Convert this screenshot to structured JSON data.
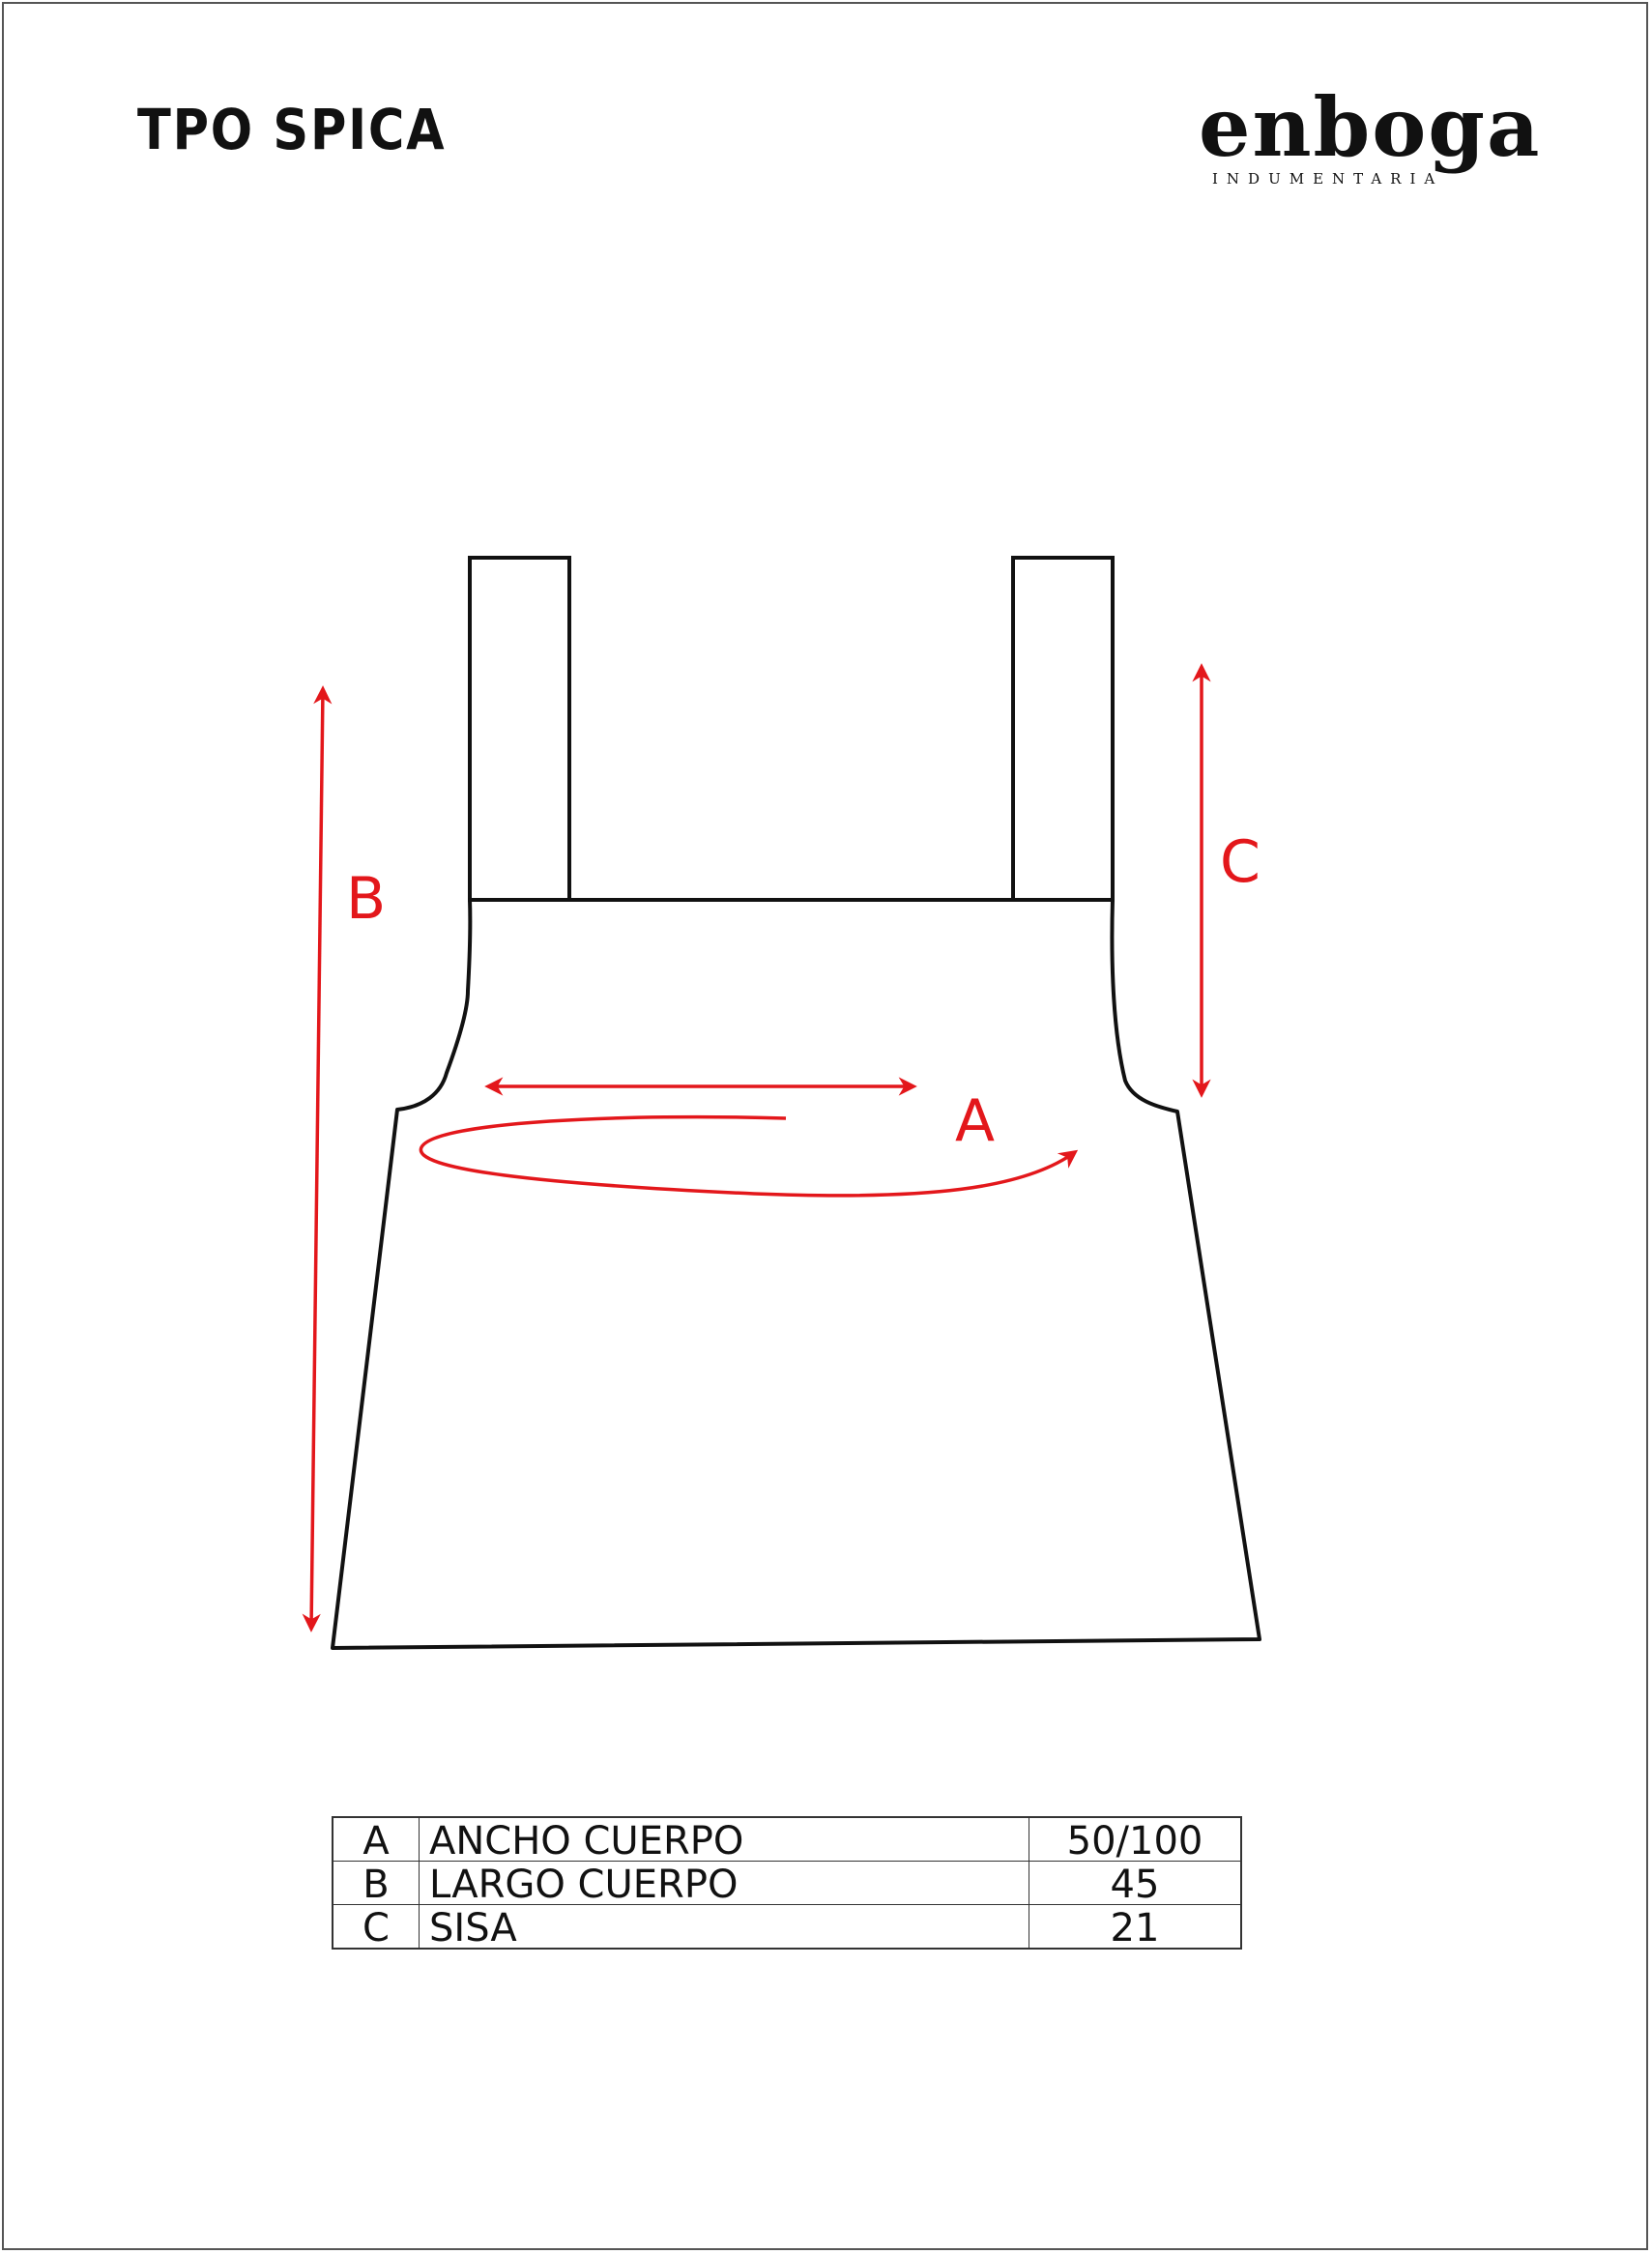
{
  "header": {
    "title": "TPO SPICA",
    "brand_name": "enboga",
    "brand_tagline": "INDUMENTARIA"
  },
  "diagram": {
    "outline_color": "#111111",
    "arrow_color": "#e3171b",
    "labels": {
      "a": "A",
      "b": "B",
      "c": "C"
    }
  },
  "measurements": [
    {
      "key": "A",
      "name": "ANCHO CUERPO",
      "value": "50/100"
    },
    {
      "key": "B",
      "name": "LARGO CUERPO",
      "value": "45"
    },
    {
      "key": "C",
      "name": "SISA",
      "value": "21"
    }
  ]
}
